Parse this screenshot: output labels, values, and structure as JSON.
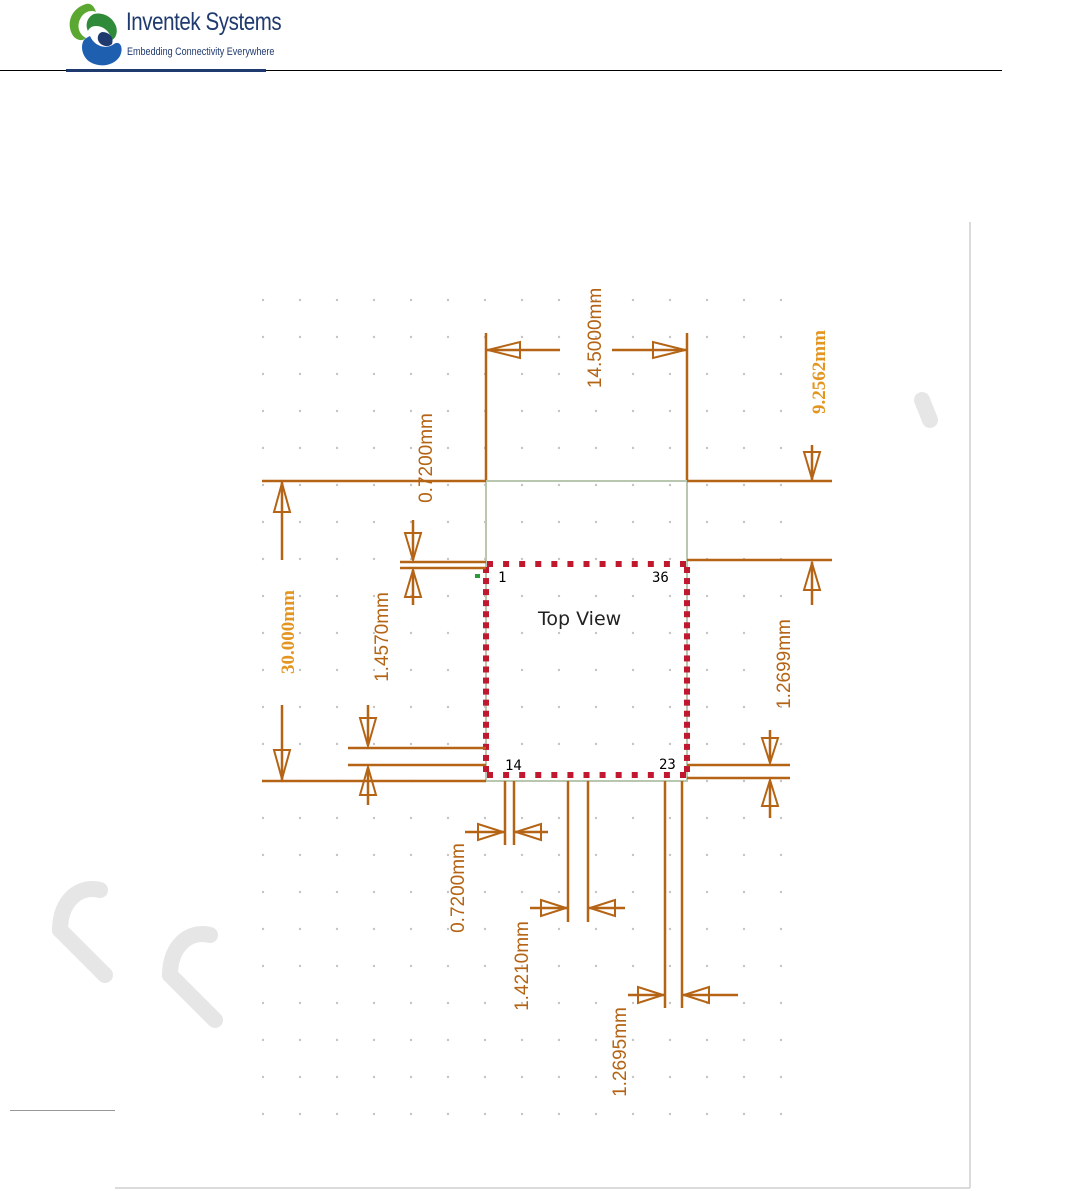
{
  "header": {
    "brand_name": "Inventek Systems",
    "tagline": "Embedding Connectivity Everywhere"
  },
  "diagram": {
    "view_label": "Top View",
    "pins": {
      "top_left": "1",
      "top_right": "36",
      "bottom_left": "14",
      "bottom_right": "23"
    },
    "dimensions": {
      "module_width": "14.5000mm",
      "antenna_height": "9.2562mm",
      "keepout_gap": "0.7200mm",
      "module_length": "30.000mm",
      "pad_offset_left": "1.4570mm",
      "pad_offset_right": "1.2699mm",
      "pad_width": "0.7200mm",
      "pad_pitch": "1.4210mm",
      "corner_pad_offset": "1.2695mm"
    },
    "colors": {
      "dimension_line": "#b46414",
      "dimension_text_highlight": "#e39520",
      "pad": "#c0182e",
      "outline": "#b9c7b0"
    }
  }
}
